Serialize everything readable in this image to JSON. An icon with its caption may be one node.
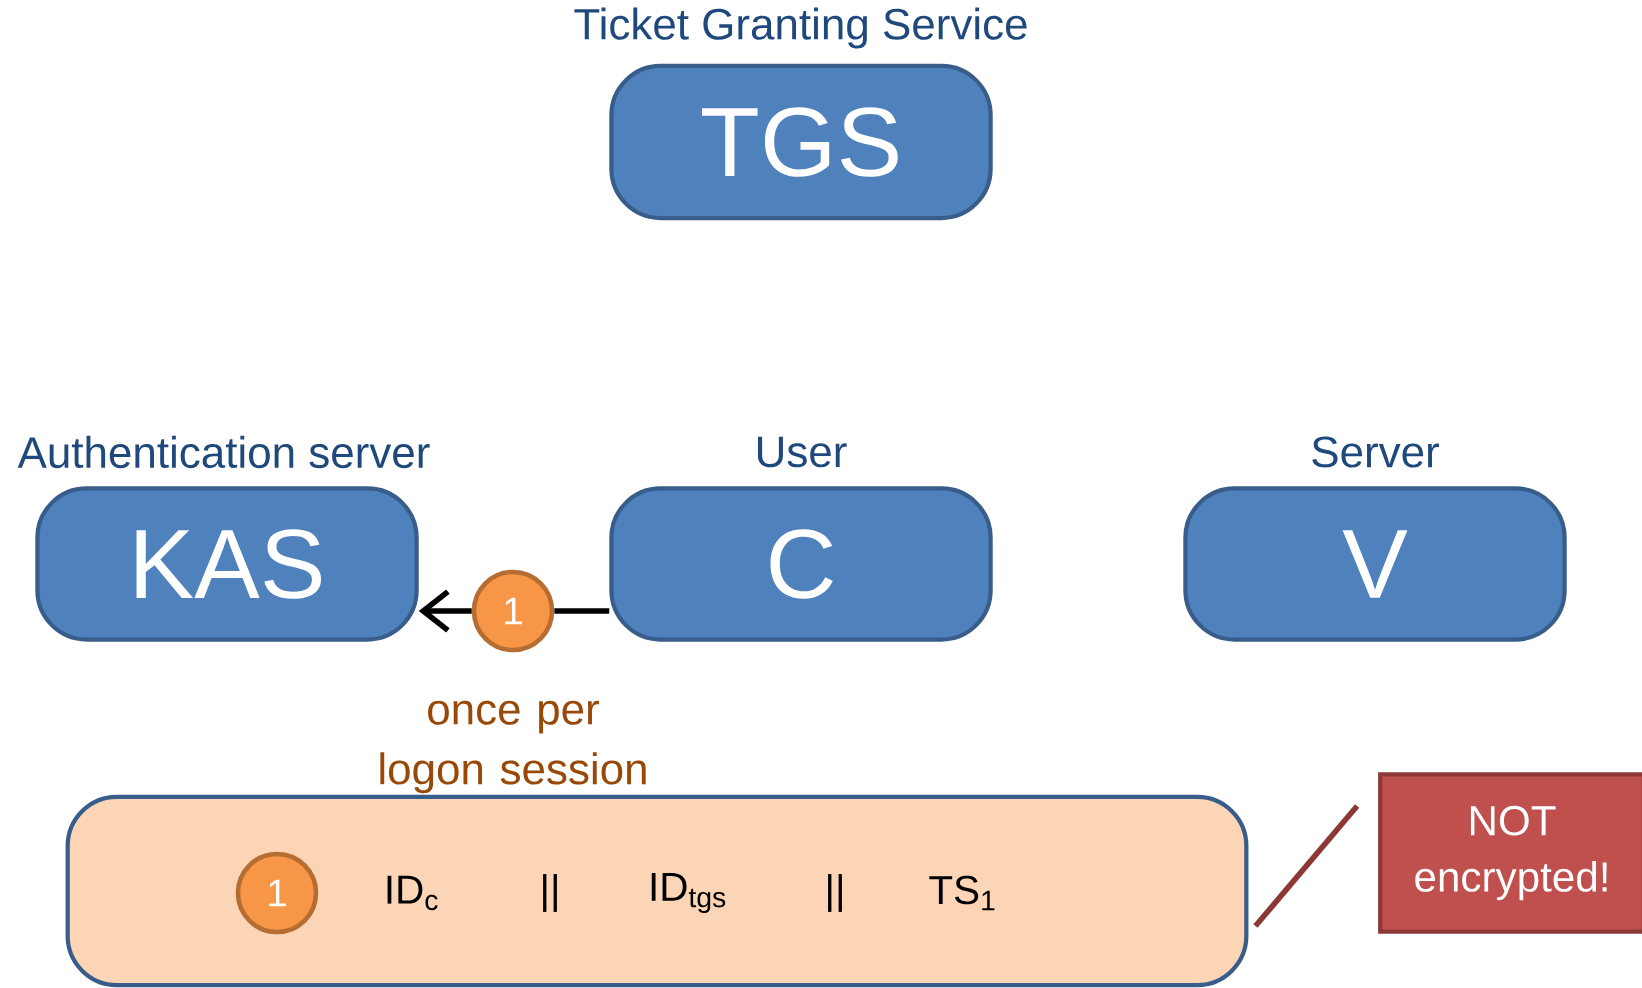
{
  "diagram": {
    "nodes": [
      {
        "text": [
          "Ticket Granting Service",
          "TGS"
        ]
      },
      {
        "text": [
          "Authentication server",
          "KAS"
        ]
      },
      {
        "text": [
          "User",
          "C"
        ]
      },
      {
        "text": [
          "Server",
          "V"
        ]
      },
      {
        "text": [
          "1"
        ],
        "beside": [
          "once per logon session"
        ]
      },
      {
        "text": [
          "ID$_{c}$",
          "||",
          "ID$_{tgs}$",
          "||",
          "TS$_{1}$"
        ]
      },
      {
        "text": [
          "1"
        ],
        "in": 5
      },
      {
        "text": [
          "NOT encrypted!"
        ]
      }
    ],
    "edges": [
      {
        "from": 2,
        "to": 4,
        "arrow": "none"
      },
      {
        "from": 4,
        "to": 1,
        "arrow": "to"
      },
      {
        "from": 7,
        "to": 5,
        "arrow": "none",
        "color": "#8c3836"
      }
    ]
  }
}
